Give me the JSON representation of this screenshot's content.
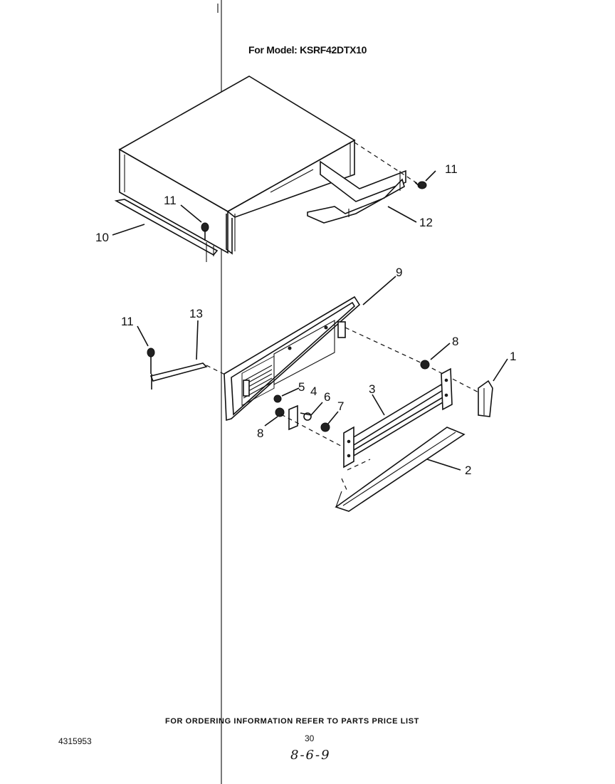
{
  "header": {
    "model_title": "For Model: KSRF42DTX10"
  },
  "callouts": [
    "11",
    "11",
    "10",
    "12",
    "9",
    "13",
    "11",
    "8",
    "1",
    "5",
    "4",
    "6",
    "7",
    "3",
    "8",
    "2"
  ],
  "footer": {
    "ordering_note": "FOR ORDERING INFORMATION REFER TO PARTS PRICE LIST",
    "doc_number": "4315953",
    "page_number": "30",
    "handwritten_date": "8-6-9"
  }
}
